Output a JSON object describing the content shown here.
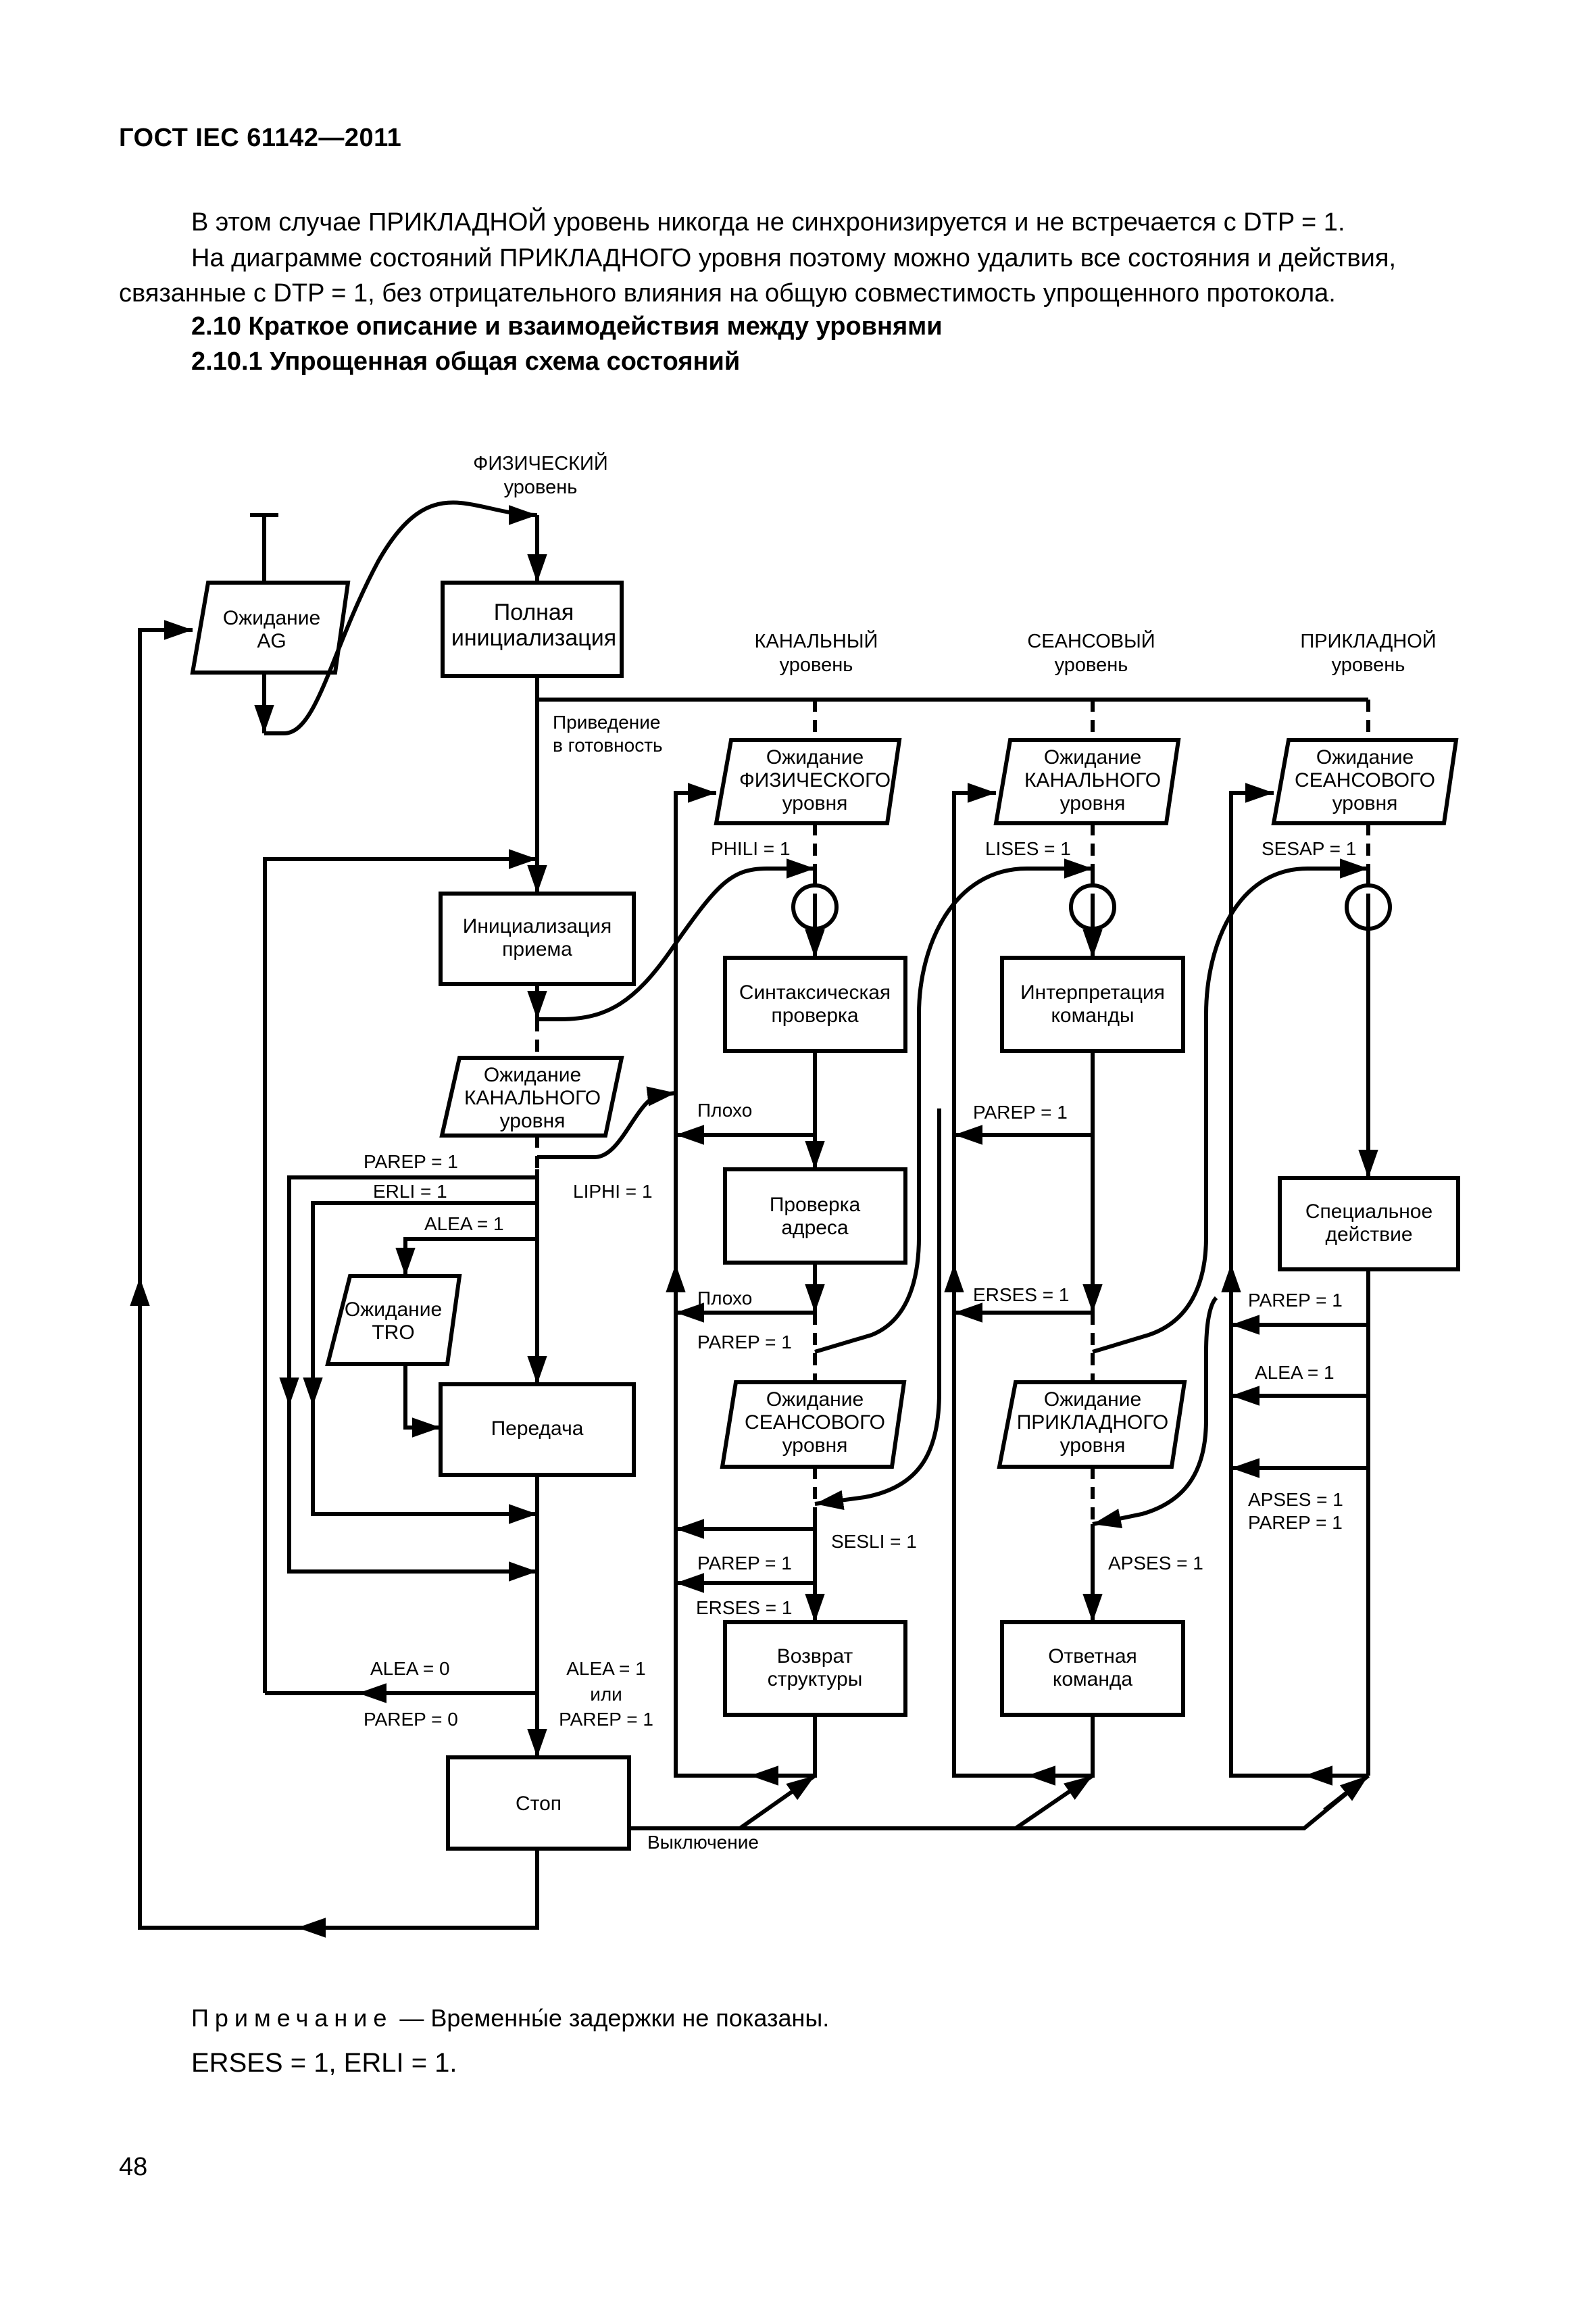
{
  "header": {
    "doc_id": "ГОСТ IEC 61142—2011"
  },
  "body": {
    "paragraph_1": "В этом случае  ПРИКЛАДНОЙ уровень никогда не  синхронизируется и  не  встречается  с DTP = 1.",
    "paragraph_2_line_1": "На диаграмме состояний ПРИКЛАДНОГО уровня поэтому можно удалить все  состояния и действия,",
    "paragraph_2_line_2": "связанные с DTP = 1, без отрицательного влияния на общую совместимость упрощенного протокола.",
    "section_heading": "2.10 Краткое описание и взаимодействия между уровнями",
    "subsection_heading": "2.10.1 Упрощенная общая схема состояний"
  },
  "diagram": {
    "levels": {
      "physical": [
        "ФИЗИЧЕСКИЙ",
        "уровень"
      ],
      "link": [
        "КАНАЛЬНЫЙ",
        "уровень"
      ],
      "session": [
        "СЕАНСОВЫЙ",
        "уровень"
      ],
      "application": [
        "ПРИКЛАДНОЙ",
        "уровень"
      ]
    },
    "states": {
      "wait_ag": [
        "Ожидание",
        "AG"
      ],
      "full_init": [
        "Полная",
        "инициализация"
      ],
      "rx_init": [
        "Инициализация",
        "приема"
      ],
      "wait_link_left": [
        "Ожидание",
        "КАНАЛЬНОГО",
        "уровня"
      ],
      "wait_tro": [
        "Ожидание",
        "TRO"
      ],
      "transmit": [
        "Передача"
      ],
      "stop": [
        "Стоп"
      ],
      "wait_physical": [
        "Ожидание",
        "ФИЗИЧЕСКОГО",
        "уровня"
      ],
      "syntax_check": [
        "Синтаксическая",
        "проверка"
      ],
      "address_check": [
        "Проверка",
        "адреса"
      ],
      "wait_session": [
        "Ожидание",
        "СЕАНСОВОГО",
        "уровня"
      ],
      "return_structure": [
        "Возврат",
        "структуры"
      ],
      "wait_link": [
        "Ожидание",
        "КАНАЛЬНОГО",
        "уровня"
      ],
      "interpret_cmd": [
        "Интерпретация",
        "команды"
      ],
      "wait_application": [
        "Ожидание",
        "ПРИКЛАДНОГО",
        "уровня"
      ],
      "response_cmd": [
        "Ответная",
        "команда"
      ],
      "wait_session_app": [
        "Ожидание",
        "СЕАНСОВОГО",
        "уровня"
      ],
      "special_action": [
        "Специальное",
        "действие"
      ]
    },
    "labels": {
      "ready": [
        "Приведение",
        "в готовность"
      ],
      "parep1_left": "PAREP = 1",
      "erli1": "ERLI = 1",
      "alea1_left": "ALEA = 1",
      "liphi1": "LIPHI = 1",
      "alea0": "ALEA = 0",
      "parep0": "PAREP = 0",
      "alea1_or_parep1": [
        "ALEA = 1",
        "или",
        "PAREP = 1"
      ],
      "shutdown": "Выключение",
      "phili1": "PHILI = 1",
      "bad1": "Плохо",
      "bad2": "Плохо",
      "parep1_link": "PAREP = 1",
      "sesli1": "SESLI = 1",
      "parep1_link2": "PAREP = 1",
      "erses1_link": "ERSES = 1",
      "lises1": "LISES = 1",
      "parep1_session": "PAREP = 1",
      "erses1_session": "ERSES = 1",
      "apses1": "APSES = 1",
      "sesap1": "SESAP = 1",
      "parep1_app": "PAREP = 1",
      "alea1_app": "ALEA = 1",
      "apses1_app": "APSES = 1",
      "parep1_app2": "PAREP = 1"
    }
  },
  "note": {
    "label": "Примечание",
    "text": "— Временны́е задержки не показаны.",
    "line2": "ERSES  = 1,  ERLI  = 1."
  },
  "page_number": "48"
}
